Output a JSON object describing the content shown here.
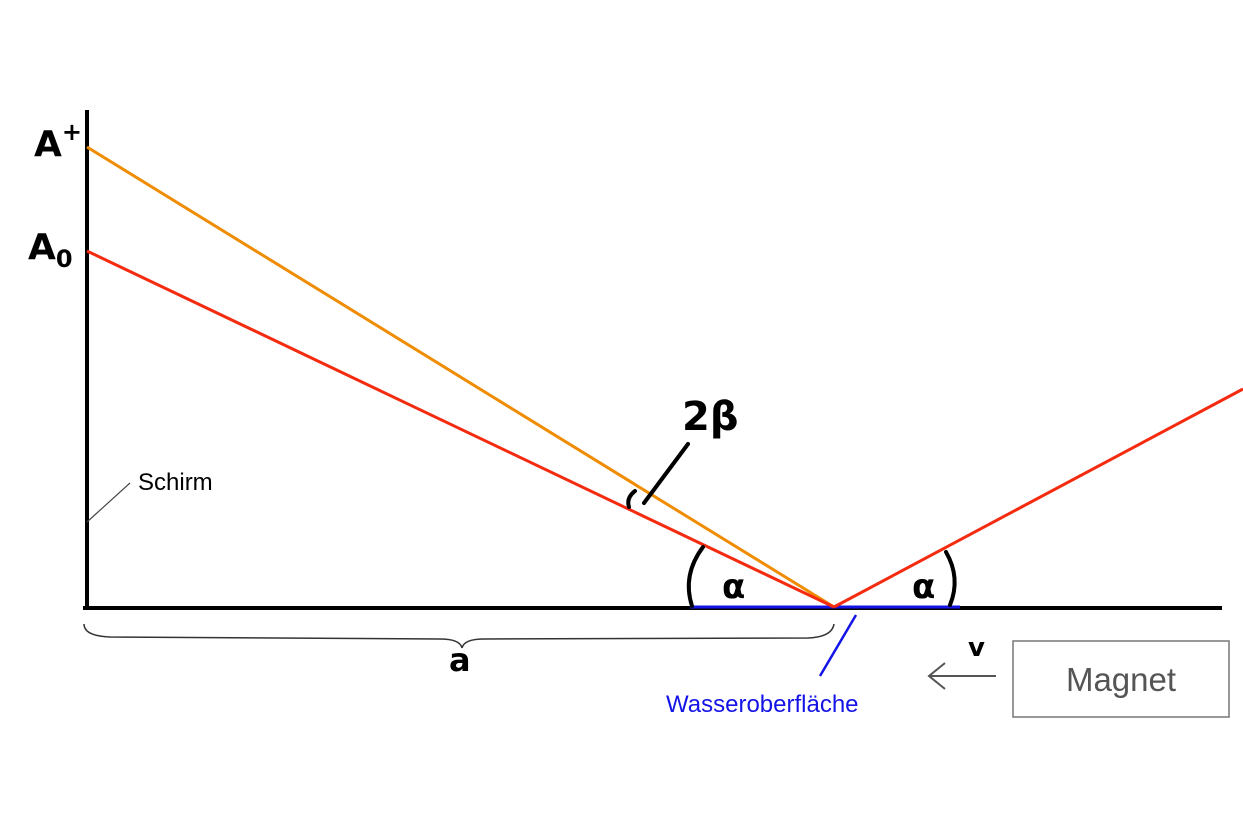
{
  "labels": {
    "a_plus": "A",
    "a_plus_sup": "+",
    "a_zero": "A",
    "a_zero_sub": "0",
    "two_beta": "2β",
    "alpha_left": "α",
    "alpha_right": "α",
    "screen": "Schirm",
    "distance": "a",
    "water_surface": "Wasseroberfläche",
    "velocity": "v",
    "magnet": "Magnet"
  },
  "colors": {
    "axis": "#000000",
    "deflected_beam": "#f08c00",
    "beam": "#f42b0f",
    "water": "#1414e6",
    "magnet_text": "#555555",
    "magnet_border": "#777777",
    "arrow": "#555555",
    "leader": "#444444"
  }
}
